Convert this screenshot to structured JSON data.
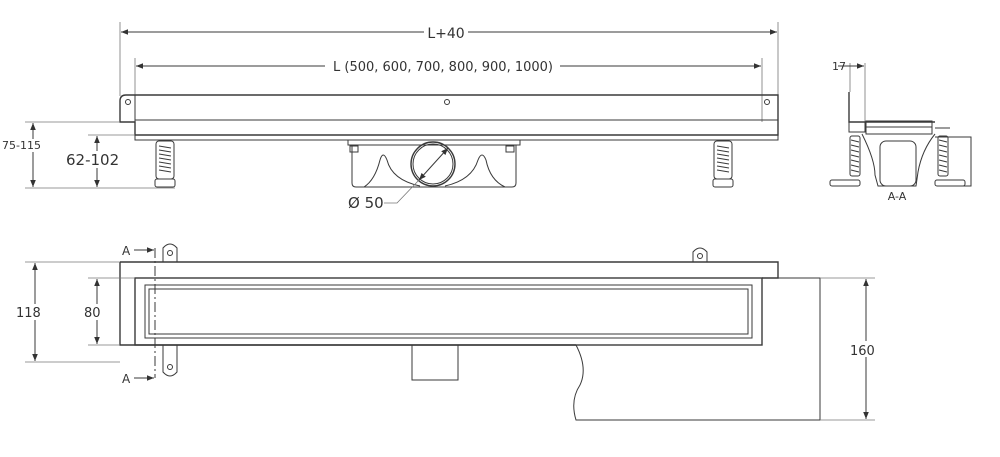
{
  "front_view": {
    "overall_length_label": "L+40",
    "length_label": "L (500, 600, 700, 800, 900, 1000)",
    "height_range_outer": "75-115",
    "height_range_inner": "62-102",
    "pipe_diameter_label": "Ø 50"
  },
  "section_view": {
    "flange_width_label": "17",
    "section_label": "A-A"
  },
  "plan_view": {
    "section_marker_top": "A",
    "section_marker_bottom": "A",
    "outer_width_label": "118",
    "channel_width_label": "80",
    "membrane_width_label": "160"
  }
}
